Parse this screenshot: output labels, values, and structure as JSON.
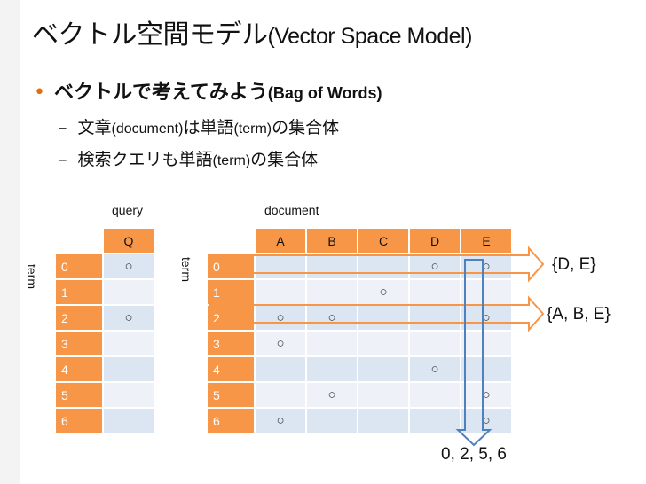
{
  "slide": {
    "title_ja": "ベクトル空間モデル",
    "title_en": "(Vector Space Model)",
    "bullet_ja": "ベクトルで考えてみよう",
    "bullet_en": "(Bag of Words)",
    "sub1_a": "文章",
    "sub1_b": "(document)",
    "sub1_c": "は単語",
    "sub1_d": "(term)",
    "sub1_e": "の集合体",
    "sub2_a": "検索クエリも単語",
    "sub2_b": "(term)",
    "sub2_c": "の集合体"
  },
  "query_table": {
    "label": "query",
    "axis_label": "term",
    "column": "Q",
    "rows": [
      "0",
      "1",
      "2",
      "3",
      "4",
      "5",
      "6"
    ],
    "cells": [
      "○",
      "",
      "○",
      "",
      "",
      "",
      ""
    ]
  },
  "doc_table": {
    "label": "document",
    "axis_label": "term",
    "columns": [
      "A",
      "B",
      "C",
      "D",
      "E"
    ],
    "rows": [
      "0",
      "1",
      "2",
      "3",
      "4",
      "5",
      "6"
    ],
    "cells": [
      [
        "",
        "",
        "",
        "○",
        "○"
      ],
      [
        "",
        "",
        "○",
        "",
        ""
      ],
      [
        "○",
        "○",
        "",
        "",
        "○"
      ],
      [
        "○",
        "",
        "",
        "",
        ""
      ],
      [
        "",
        "",
        "",
        "○",
        ""
      ],
      [
        "",
        "○",
        "",
        "",
        "○"
      ],
      [
        "○",
        "",
        "",
        "",
        "○"
      ]
    ]
  },
  "results": {
    "row0": "{D, E}",
    "row2": "{A, B, E}",
    "colE": "0, 2, 5, 6"
  },
  "colors": {
    "orange": "#f79646",
    "blue": "#4f81bd",
    "cell_dark": "#dce6f2",
    "cell_light": "#eef2f8"
  }
}
